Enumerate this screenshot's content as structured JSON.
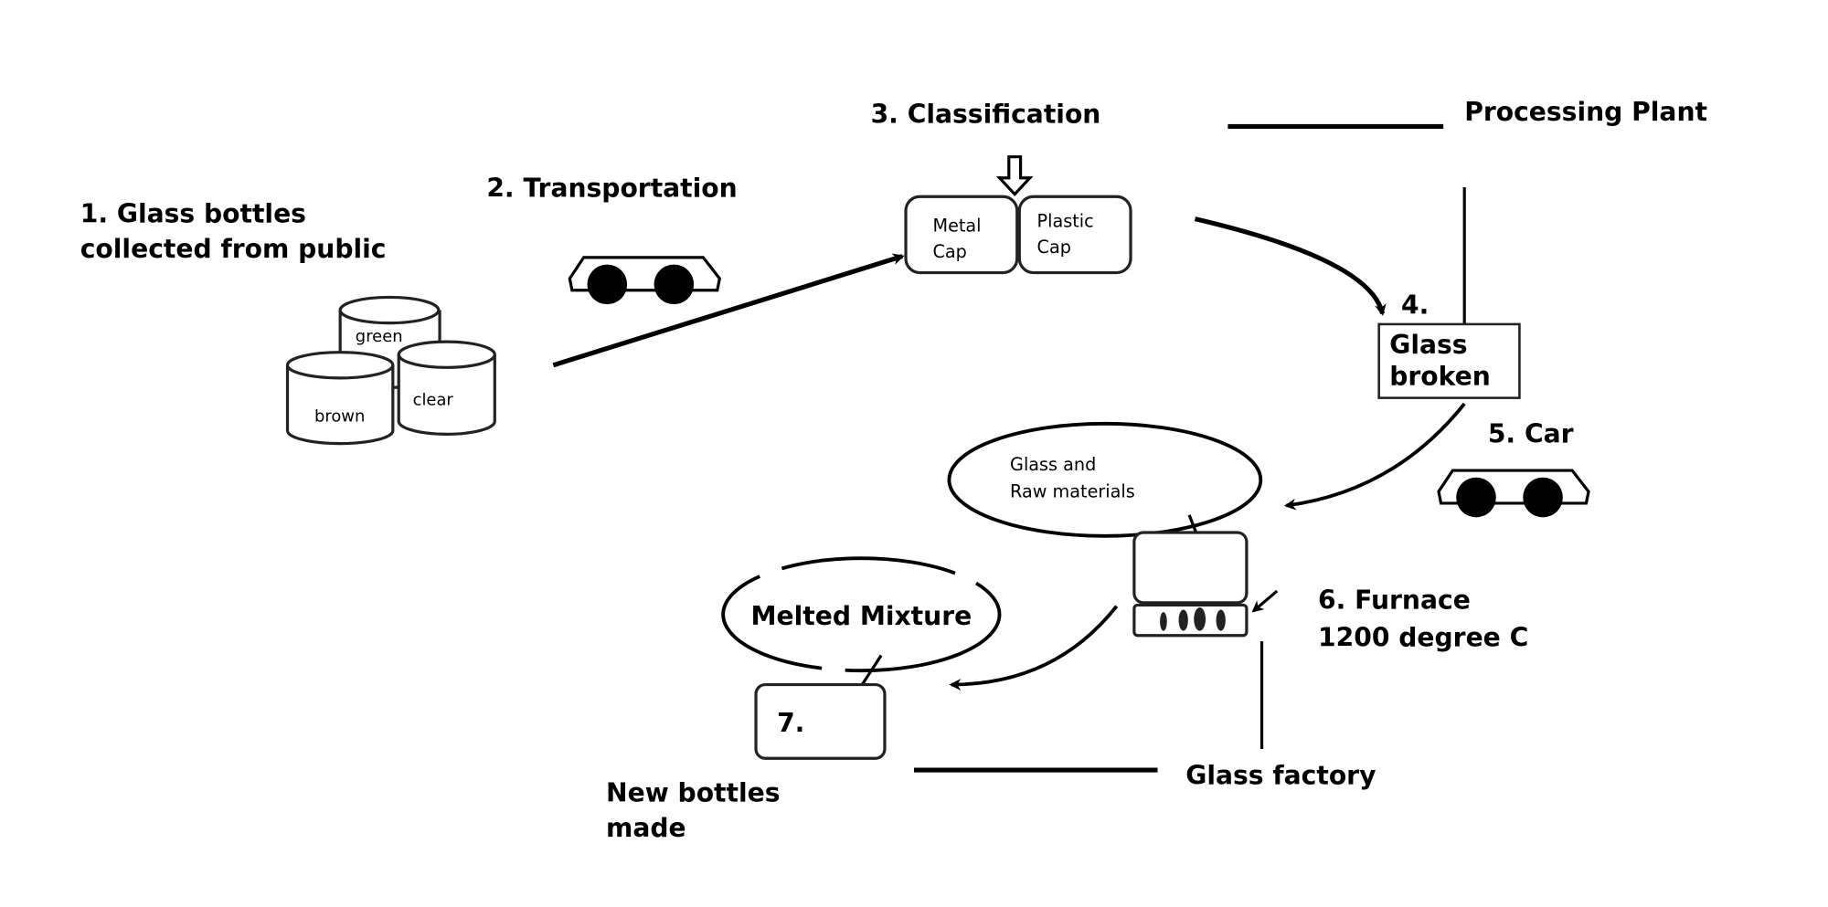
{
  "title_steps": {
    "step1_line1": "1. Glass bottles",
    "step1_line2": "collected from public",
    "step2": "2. Transportation",
    "step3": "3. Classification",
    "processing_plant": "Processing Plant",
    "step4_num": "4.",
    "step4_line1": "Glass",
    "step4_line2": "broken",
    "step5": "5. Car",
    "step6_line1": "6. Furnace",
    "step6_line2": "1200 degree C",
    "step7_num": "7.",
    "new_bottles_line1": "New bottles",
    "new_bottles_line2": "made",
    "glass_factory": "Glass factory"
  },
  "bins": {
    "green": "green",
    "brown": "brown",
    "clear": "clear"
  },
  "caps": {
    "metal_line1": "Metal",
    "metal_line2": "Cap",
    "plastic_line1": "Plastic",
    "plastic_line2": "Cap"
  },
  "raw_materials": {
    "line1": "Glass and",
    "line2": "Raw materials"
  },
  "melted_mixture": "Melted Mixture",
  "icons": [
    "car-icon",
    "bin-cylinder-icon",
    "hollow-down-arrow-icon",
    "furnace-icon",
    "flame-icon"
  ]
}
